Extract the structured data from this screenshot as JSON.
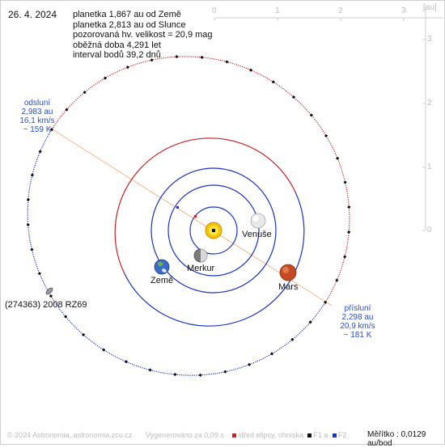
{
  "header": {
    "date": "26. 4. 2024",
    "info_lines": [
      "planetka 1,867 au od Země",
      "planetka 2,813 au od Slunce",
      "pozorovaná hv. velikost = 20,9 mag",
      "oběžná doba 4,291 let",
      "interval bodů 39,2 dnů"
    ]
  },
  "axes": {
    "x_unit": "x",
    "unit": "[au]",
    "x_ticks": [
      "0",
      "1",
      "2",
      "3"
    ],
    "y_ticks": [
      "3",
      "2",
      "1",
      "0"
    ]
  },
  "aphelion": {
    "title": "odsluní",
    "distance": "2,983 au",
    "speed": "16,1 km/s",
    "temp": "~ 159 K"
  },
  "perihelion": {
    "title": "přísluní",
    "distance": "2,298 au",
    "speed": "20,9 km/s",
    "temp": "~ 181 K"
  },
  "planets": {
    "venus": "Venuše",
    "mercury": "Merkur",
    "earth": "Země",
    "mars": "Mars"
  },
  "asteroid_name": "(274363) 2008 RZ69",
  "footer": {
    "copyright": "© 2024 Astronomia, astronomia.zcu.cz",
    "generated": "Vygenerováno za 0,09 s",
    "legend_center": "střed elipsy, ohniska",
    "legend_f1": "F1 a",
    "legend_f2": "F2",
    "scale": "Měřítko : 0,0129 au/bod"
  },
  "colors": {
    "orbit_blue": "#1a33c8",
    "orbit_red": "#cc2222",
    "accent_blue": "#2a4fcf",
    "axis_gray": "#bdbdbd"
  }
}
